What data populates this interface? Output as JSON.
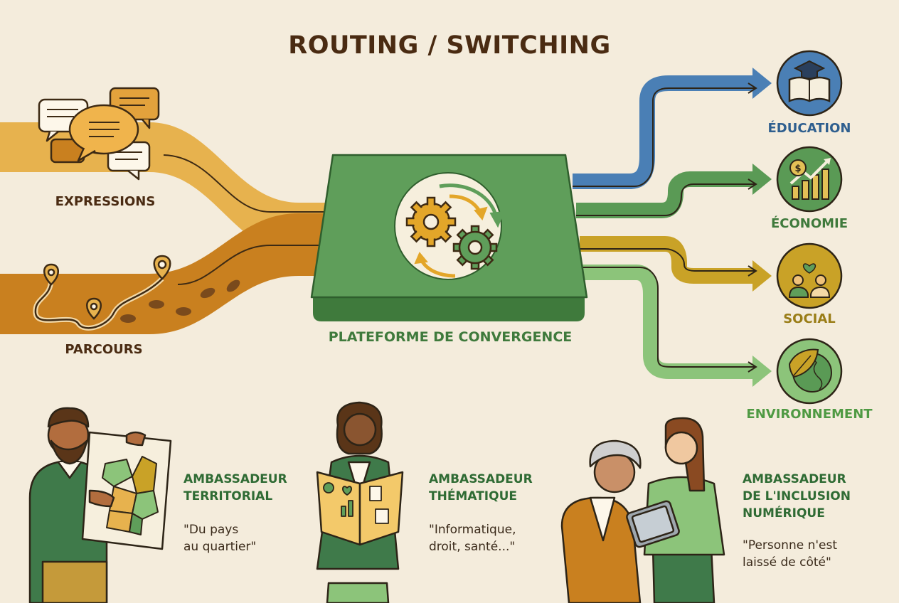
{
  "title": "ROUTING / SWITCHING",
  "inputs": [
    {
      "label": "EXPRESSIONS"
    },
    {
      "label": "PARCOURS"
    }
  ],
  "platform": {
    "label": "PLATEFORME DE CONVERGENCE"
  },
  "outputs": [
    {
      "label": "ÉDUCATION",
      "color": "#4a7fb5",
      "icon": "education-icon"
    },
    {
      "label": "ÉCONOMIE",
      "color": "#5a9a55",
      "icon": "economy-icon"
    },
    {
      "label": "SOCIAL",
      "color": "#c9a227",
      "icon": "social-icon"
    },
    {
      "label": "ENVIRONNEMENT",
      "color": "#8cc47a",
      "icon": "environment-icon"
    }
  ],
  "ambassadors": [
    {
      "title_lines": [
        "AMBASSADEUR",
        "TERRITORIAL"
      ],
      "quote_lines": [
        "\"Du pays",
        "au quartier\""
      ]
    },
    {
      "title_lines": [
        "AMBASSADEUR",
        "THÉMATIQUE"
      ],
      "quote_lines": [
        "\"Informatique,",
        "droit, santé...\""
      ]
    },
    {
      "title_lines": [
        "AMBASSADEUR",
        "DE L'INCLUSION",
        "NUMÉRIQUE"
      ],
      "quote_lines": [
        "\"Personne n'est",
        "laissé de côté\""
      ]
    }
  ],
  "colors": {
    "background": "#f4ecdc",
    "expressions_flow": "#e7b24e",
    "parcours_flow": "#c9801f",
    "platform": "#5f9e5a",
    "title": "#4a2b12"
  }
}
